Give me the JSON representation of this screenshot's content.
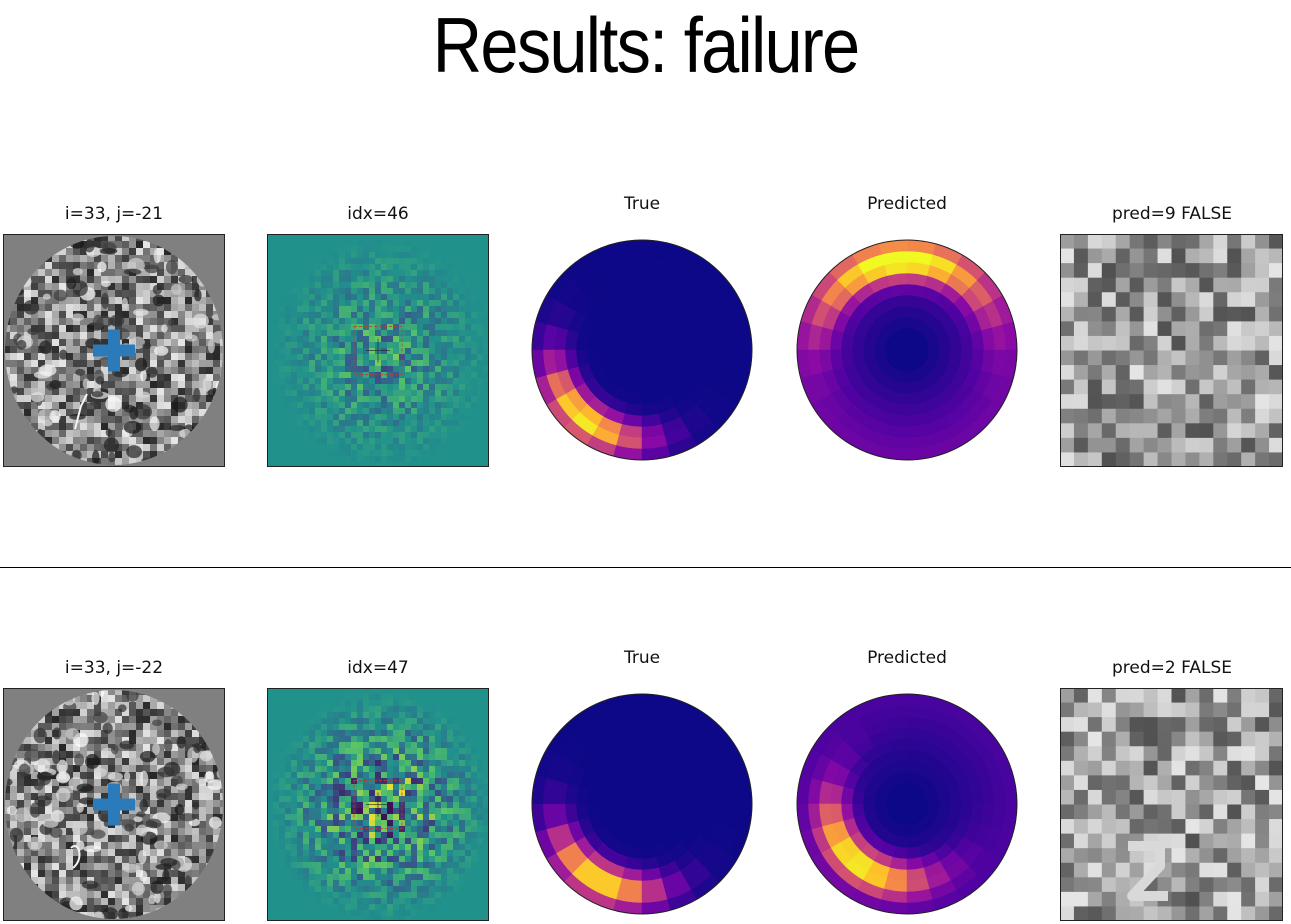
{
  "title": "Results: failure",
  "rows": [
    {
      "panels": {
        "input_title": "i=33, j=-21",
        "feature_title": "idx=46",
        "true_title": "True",
        "pred_title": "Predicted",
        "patch_title": "pred=9 FALSE"
      },
      "true_hotspot": {
        "angle_deg": 230,
        "radius": 0.82,
        "spread_deg": 30
      },
      "pred_hotspot": {
        "angle_deg": 95,
        "radius": 0.82,
        "spread_deg": 45
      },
      "cross_color": "#2b7bba"
    },
    {
      "panels": {
        "input_title": "i=33, j=-22",
        "feature_title": "idx=47",
        "true_title": "True",
        "pred_title": "Predicted",
        "patch_title": "pred=2 FALSE"
      },
      "true_hotspot": {
        "angle_deg": 240,
        "radius": 0.8,
        "spread_deg": 30
      },
      "pred_hotspot": {
        "angle_deg": 230,
        "radius": 0.7,
        "spread_deg": 40
      },
      "cross_color": "#2b7bba"
    }
  ],
  "colors": {
    "plasma_low": "#0d0887",
    "plasma_mid": "#cc4778",
    "plasma_high": "#f0f921",
    "viridis_bg": "#21918c",
    "gray_bg": "#808080"
  }
}
